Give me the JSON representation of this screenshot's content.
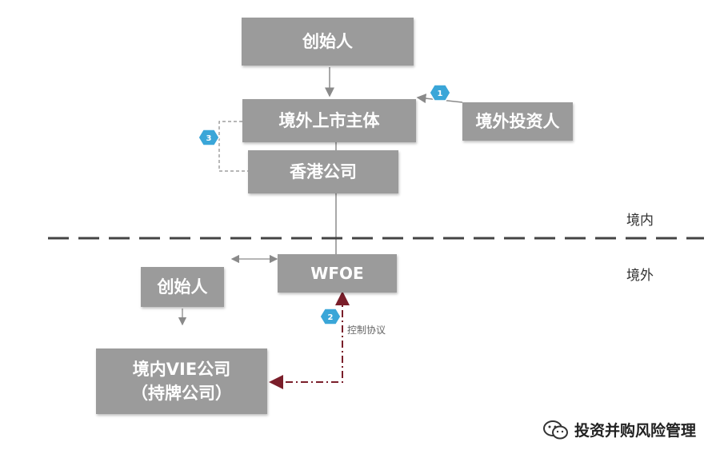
{
  "nodes": {
    "founder_top": "创始人",
    "offshore_entity": "境外上市主体",
    "foreign_investor": "境外投资人",
    "hk_company": "香港公司",
    "wfoe": "WFOE",
    "founder_bottom": "创始人",
    "vie_company_line1": "境内VIE公司",
    "vie_company_line2": "（持牌公司）"
  },
  "zones": {
    "upper": "境内",
    "lower": "境外"
  },
  "badges": [
    "1",
    "2",
    "3"
  ],
  "labels": {
    "control_agreement": "控制协议"
  },
  "watermark": {
    "text": "投资并购风险管理",
    "icon": "wechat-icon"
  },
  "colors": {
    "box": "#9b9b9b",
    "badge": "#3aa6d8",
    "control_arrow": "#7a1e2a",
    "divider": "#444444"
  }
}
